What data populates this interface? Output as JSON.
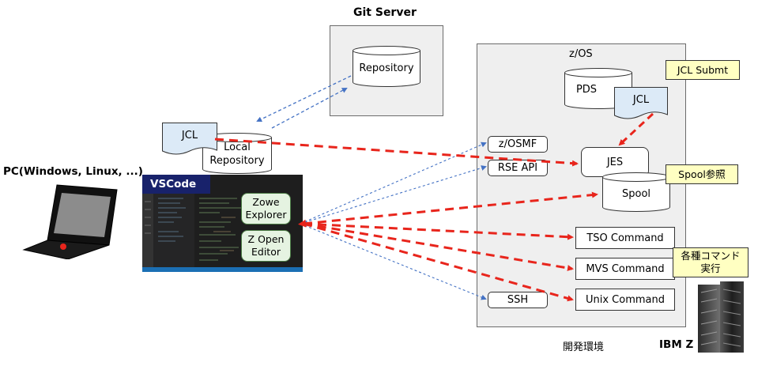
{
  "pc": {
    "label": "PC(Windows, Linux, ...)"
  },
  "vscode": {
    "title": "VSCode",
    "zowe_explorer": "Zowe\nExplorer",
    "z_open_editor": "Z Open\nEditor"
  },
  "local_repo": {
    "label": "Local\nRepository",
    "jcl": "JCL"
  },
  "git_server": {
    "title": "Git Server",
    "repository": "Repository"
  },
  "zos": {
    "title": "z/OS",
    "pds": "PDS",
    "jcl": "JCL",
    "jes": "JES",
    "spool": "Spool",
    "zosmf": "z/OSMF",
    "rse_api": "RSE API",
    "ssh": "SSH",
    "tso_command": "TSO Command",
    "mvs_command": "MVS Command",
    "unix_command": "Unix Command",
    "footer": "開発環境"
  },
  "notes": {
    "jcl_submit": "JCL Submt",
    "spool_ref": "Spool参照",
    "commands": "各種コマンド\n実行"
  },
  "ibmz": {
    "label": "IBM Z"
  },
  "colors": {
    "red_arrow": "#e8251c",
    "blue_dotted": "#4472c4",
    "vscode_header": "#18226b",
    "note_fill": "#ffffc2",
    "zowe_button": "#e5f3e1"
  }
}
